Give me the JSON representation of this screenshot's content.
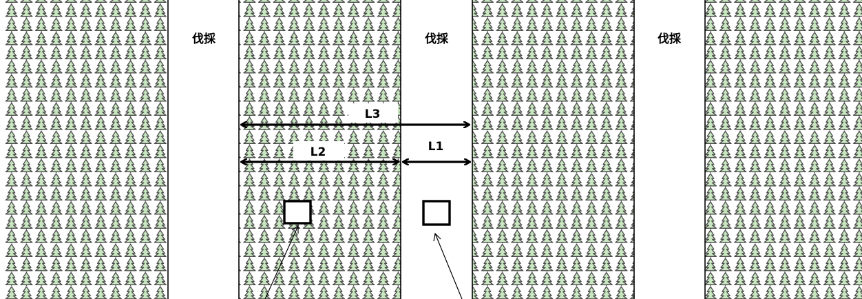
{
  "diagram": {
    "strip_labels": [
      "伐採",
      "伐採",
      "伐採"
    ],
    "dimensions": {
      "l3": "L3",
      "l2": "L2",
      "l1": "L1"
    },
    "colors": {
      "tree_fill": "#c8e6c0",
      "tree_stroke": "#4a4a4a",
      "line": "#000000",
      "background": "#ffffff"
    },
    "icons": {
      "tree": "conifer-tree-icon",
      "plot": "square-plot-icon"
    }
  }
}
